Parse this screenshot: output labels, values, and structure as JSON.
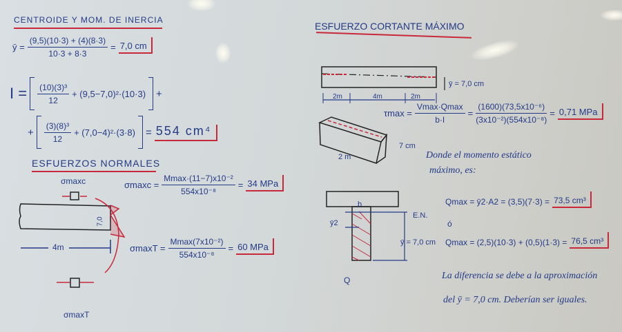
{
  "centroid": {
    "title": "CENTROIDE Y MOM. DE INERCIA",
    "ybar_lhs": "ȳ =",
    "ybar_num": "(9,5)(10·3) + (4)(8·3)",
    "ybar_den": "10·3 + 8·3",
    "ybar_eq": "=",
    "ybar_result": "7,0 cm",
    "I_lhs": "I =",
    "I_t1_num": "(10)(3)³",
    "I_t1_den": "12",
    "I_t1_rest": "+ (9,5−7,0)²·(10·3)",
    "I_plus": "+",
    "I2_lead": "+",
    "I_t2_num": "(3)(8)³",
    "I_t2_den": "12",
    "I_t2_rest": "+ (7,0−4)²·(3·8)",
    "I_eq": "=",
    "I_result": "554 cm⁴"
  },
  "normal": {
    "title": "ESFUERZOS NORMALES",
    "sigma_c_label": "σmaxc",
    "sigma_t_label": "σmaxT",
    "depth_label": "7,0",
    "span_label": "4m",
    "sc_lhs": "σmaxc =",
    "sc_num": "Mmax·(11−7)x10⁻²",
    "sc_den": "554x10⁻⁸",
    "sc_eq": "=",
    "sc_result": "34 MPa",
    "st_lhs": "σmaxT =",
    "st_num": "Mmax(7x10⁻²)",
    "st_den": "554x10⁻⁸",
    "st_eq": "=",
    "st_result": "60 MPa"
  },
  "shear": {
    "title": "ESFUERZO CORTANTE MÁXIMO",
    "ybar_label": "ȳ = 7,0 cm",
    "dims": [
      "2m",
      "4m",
      "2m"
    ],
    "tau_lhs": "τmax =",
    "tau_num1": "Vmax·Qmax",
    "tau_den1": "b·I",
    "tau_eq1": "=",
    "tau_num2": "(1600)(73,5x10⁻⁶)",
    "tau_den2": "(3x10⁻²)(554x10⁻⁸)",
    "tau_eq2": "=",
    "tau_result": "0,71 MPa",
    "block_height": "7 cm",
    "block_length": "2 m",
    "note1": "Donde el momento estático",
    "note2": "máximo, es:",
    "t_b": "b",
    "t_en": "E.N.",
    "t_ybar": "ȳ = 7,0 cm",
    "t_y2": "ȳ2",
    "t_q": "Q",
    "q1_lhs": "Qmax = ȳ2·A2 = (3,5)(7·3) =",
    "q1_result": "73,5 cm³",
    "or": "ó",
    "q2_lhs": "Qmax = (2,5)(10·3) + (0,5)(1·3) =",
    "q2_result": "76,5 cm³",
    "concl1": "La diferencia se debe a la aproximación",
    "concl2": "del ȳ = 7,0 cm. Deberían ser iguales."
  },
  "colors": {
    "marker_blue": "#233a86",
    "marker_red": "#c8283a",
    "board": "#d6dadb"
  }
}
